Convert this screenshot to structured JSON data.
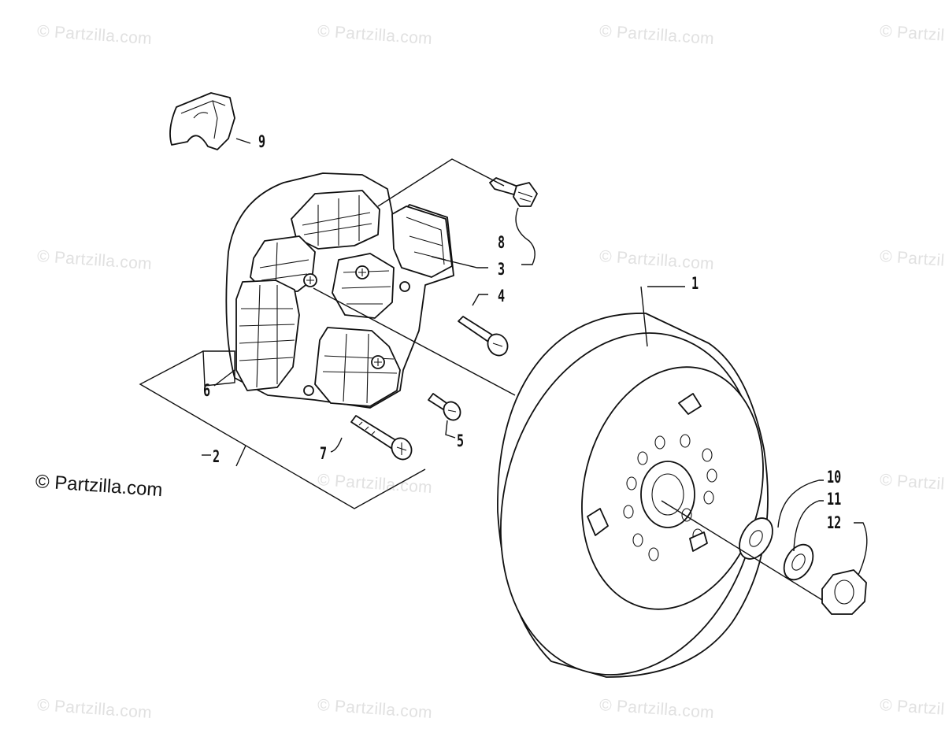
{
  "watermark": {
    "text": "© Partzilla.com",
    "copyright": "© Partzilla.com"
  },
  "callouts": {
    "c1": "1",
    "c2": "2",
    "c3": "3",
    "c4": "4",
    "c5": "5",
    "c6": "6",
    "c7": "7",
    "c8": "8",
    "c9": "9",
    "c10": "10",
    "c11": "11",
    "c12": "12"
  },
  "colors": {
    "ink": "#111111",
    "watermark": "#e1e1e1",
    "background": "#ffffff"
  }
}
